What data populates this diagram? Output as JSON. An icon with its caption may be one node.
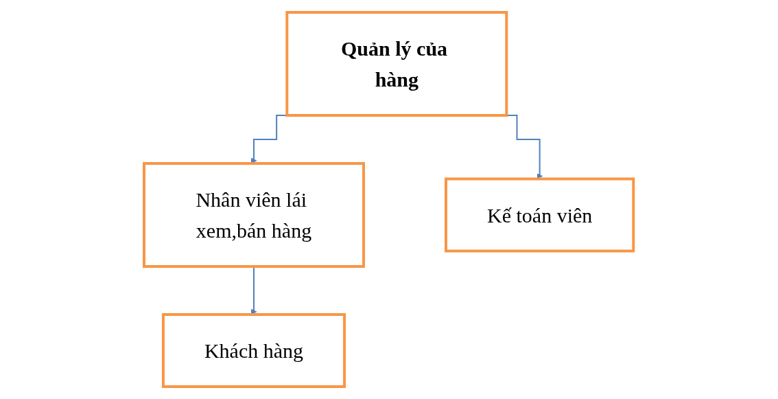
{
  "diagram": {
    "nodes": [
      {
        "text": [
          "Quản lý của hàng"
        ]
      },
      {
        "text": [
          "Nhân viên lái xem,bán hàng"
        ]
      },
      {
        "text": [
          "Kế toán viên"
        ]
      },
      {
        "text": [
          "Khách hàng"
        ]
      }
    ],
    "edges": [
      {
        "from": 0,
        "to": 1,
        "arrow": "to"
      },
      {
        "from": 0,
        "to": 2,
        "arrow": "to"
      },
      {
        "from": 1,
        "to": 3,
        "arrow": "to"
      }
    ]
  }
}
